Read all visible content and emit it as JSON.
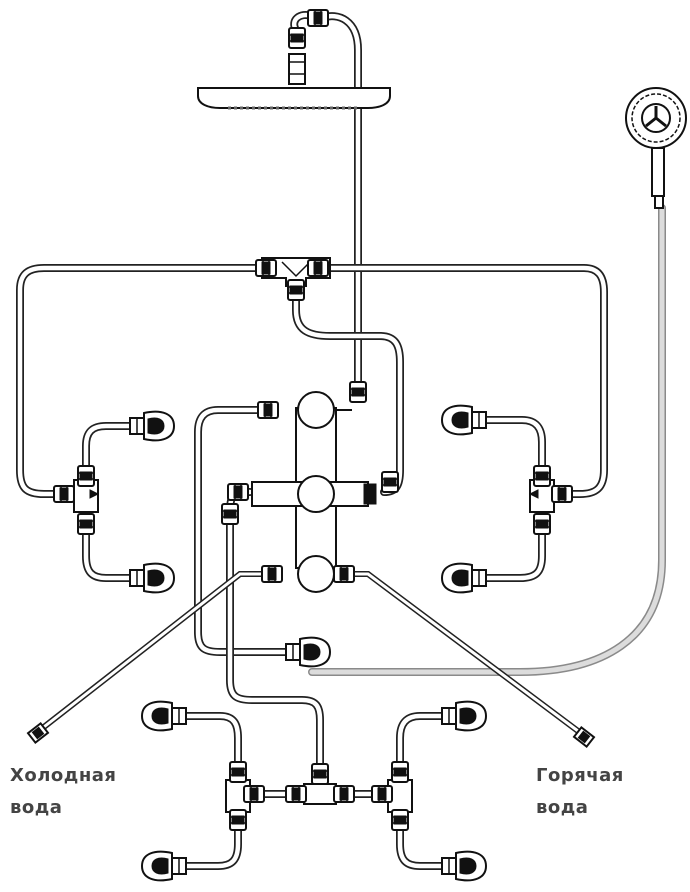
{
  "labels": {
    "cold_water": [
      "Холодная",
      "вода"
    ],
    "hot_water": [
      "Горячая",
      "вода"
    ]
  }
}
